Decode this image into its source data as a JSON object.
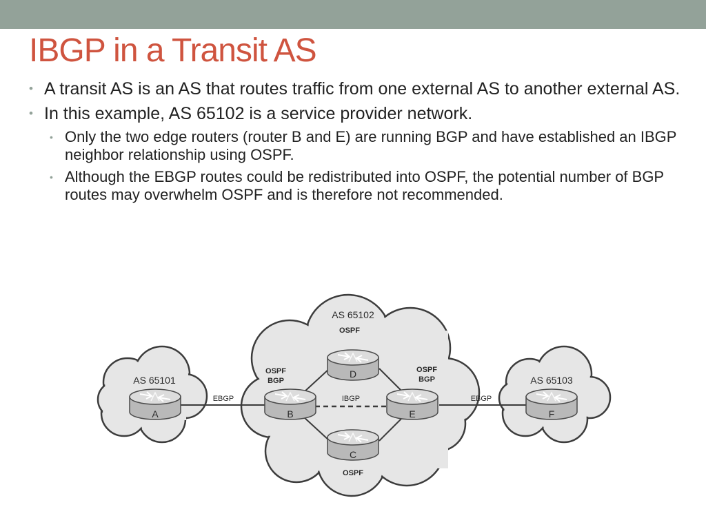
{
  "slide": {
    "title": "IBGP in a Transit AS",
    "bullets": [
      "A transit AS is an AS that routes traffic from one external AS to another external AS.",
      "In this example, AS 65102 is a service provider network."
    ],
    "sub_bullets": [
      "Only the two edge routers (router B and E) are running BGP and have established an IBGP neighbor relationship using OSPF.",
      "Although the EBGP routes could be redistributed into OSPF, the potential number of BGP routes may overwhelm OSPF and is therefore not recommended."
    ]
  },
  "diagram": {
    "as_left": "AS 65101",
    "as_center": "AS 65102",
    "as_right": "AS 65103",
    "ospf_top": "OSPF",
    "ospf_bottom": "OSPF",
    "b_proto_1": "OSPF",
    "b_proto_2": "BGP",
    "e_proto_1": "OSPF",
    "e_proto_2": "BGP",
    "link_ebgp_left": "EBGP",
    "link_ibgp": "IBGP",
    "link_ebgp_right": "EBGP",
    "routers": {
      "a": "A",
      "b": "B",
      "c": "C",
      "d": "D",
      "e": "E",
      "f": "F"
    }
  },
  "colors": {
    "title": "#cf543f",
    "top_bar": "#93a299",
    "cloud_fill": "#e6e6e6",
    "router_fill": "#c9c9c9"
  }
}
